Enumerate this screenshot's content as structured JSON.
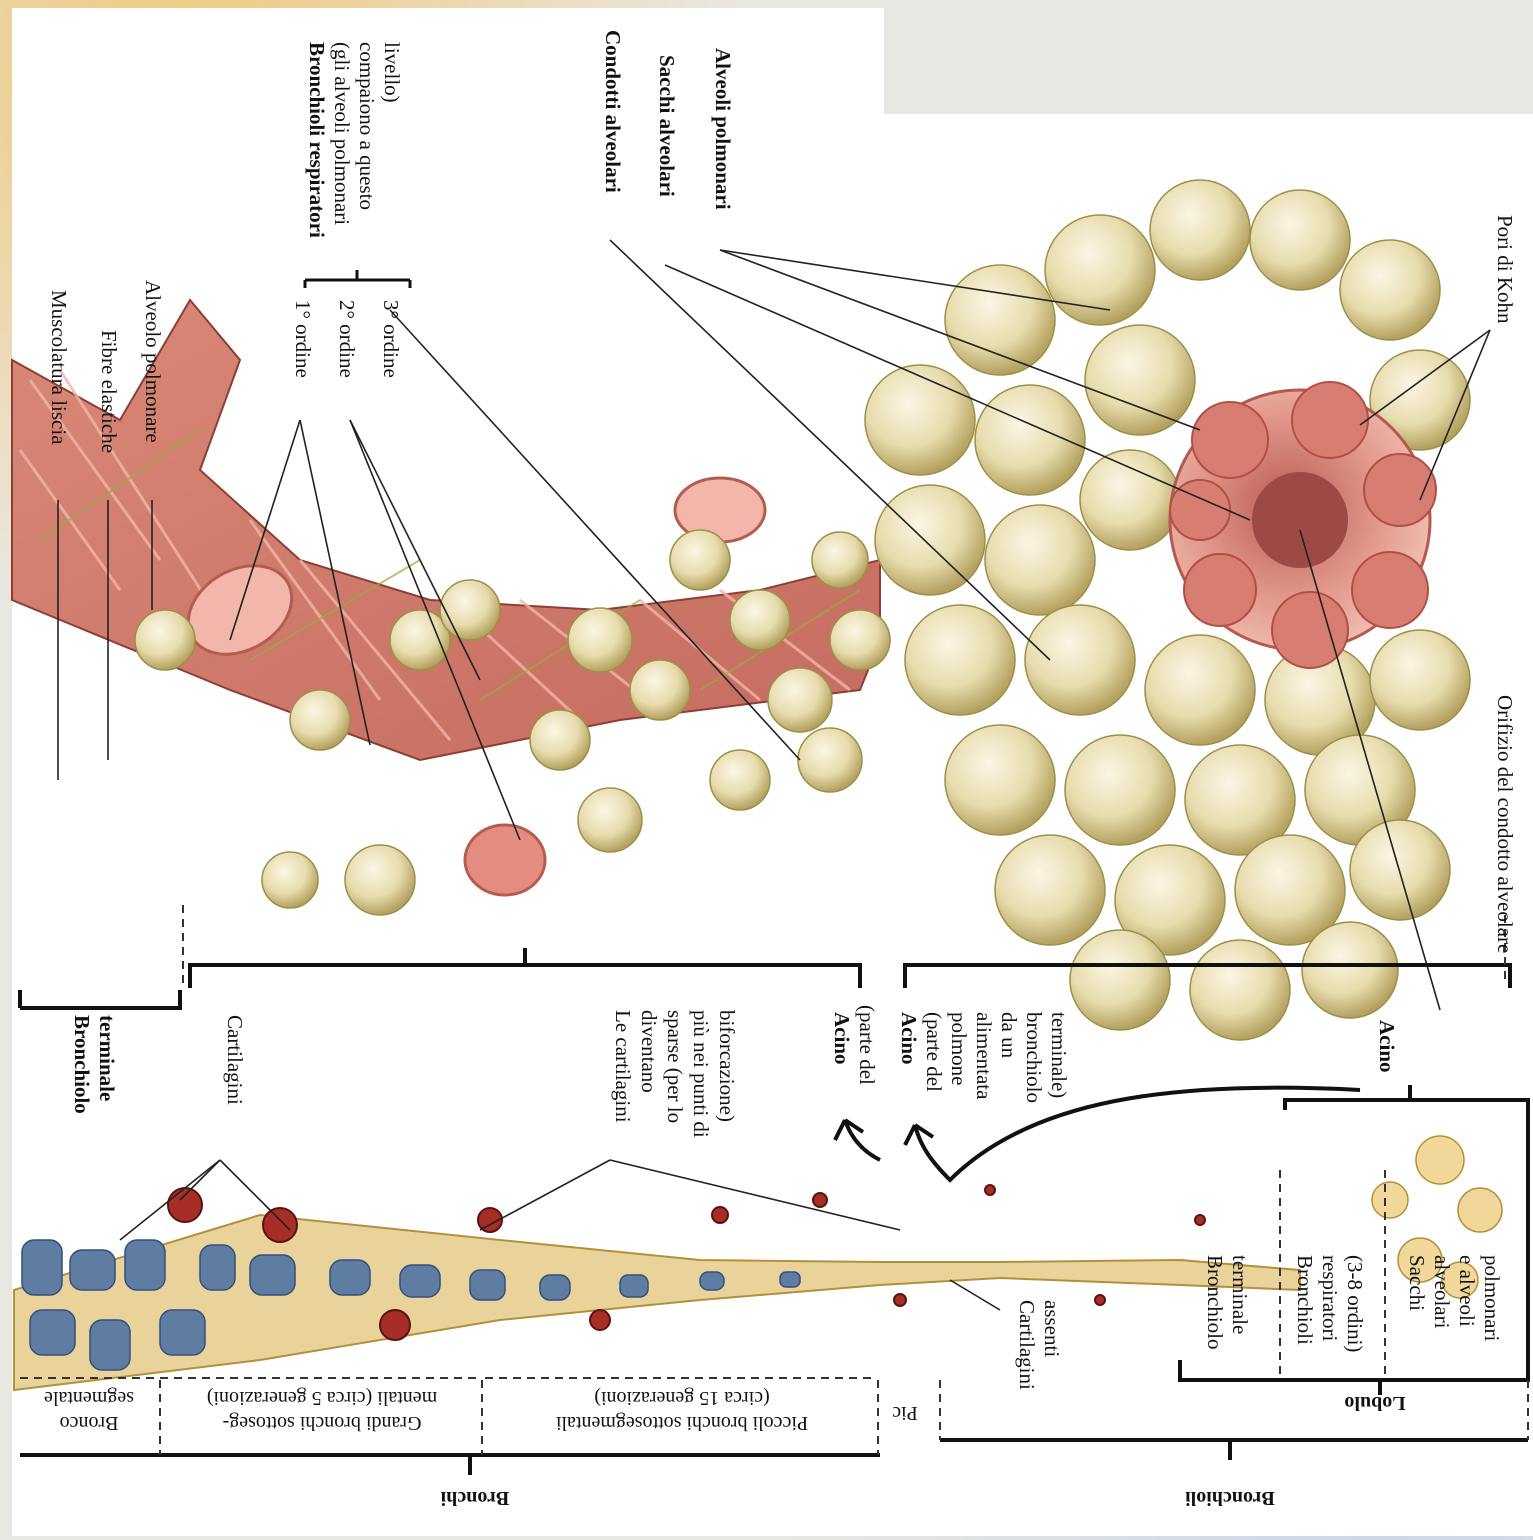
{
  "labels": {
    "muscolatura": "Muscolatura liscia",
    "fibre": "Fibre elastiche",
    "alveolo": "Alveolo polmonare",
    "ord1": "1° ordine",
    "ord2": "2° ordine",
    "ord3": "3° ordine",
    "bronchioli_resp_title": "Bronchioli respiratori",
    "bronchioli_resp_l1": "(gli alveoli polmonari",
    "bronchioli_resp_l2": "compaiono a questo",
    "bronchioli_resp_l3": "livello)",
    "condotti": "Condotti alveolari",
    "sacchi": "Sacchi alveolari",
    "alveoli": "Alveoli polmonari",
    "pori": "Pori di Kohn",
    "orifizio": "Orifizio del condotto alveolare",
    "bronchiolo_term_l1": "Bronchiolo",
    "bronchiolo_term_l2": "terminale",
    "cartilagini": "Cartilagini",
    "cart_sparse_l1": "Le cartilagini",
    "cart_sparse_l2": "diventano",
    "cart_sparse_l3": "sparse (per lo",
    "cart_sparse_l4": "più nei punti di",
    "cart_sparse_l5": "biforcazione)",
    "acino_cut_title": "Acino",
    "acino_cut_l1": "(parte del",
    "acino_title": "Acino",
    "acino_l1": "(parte del",
    "acino_l2": "polmone",
    "acino_l3": "alimentata",
    "acino_l4": "da un",
    "acino_l5": "bronchiolo",
    "acino_l6": "terminale)",
    "acino_small": "Acino",
    "cart_assenti_l1": "Cartilagini",
    "cart_assenti_l2": "assenti",
    "lob_bronchiolo_l1": "Bronchiolo",
    "lob_bronchiolo_l2": "terminale",
    "lob_resp_l1": "Bronchioli",
    "lob_resp_l2": "respiratori",
    "lob_resp_l3": "(3-8 ordini)",
    "lob_sacchi_l1": "Sacchi",
    "lob_sacchi_l2": "alveolari",
    "lob_sacchi_l3": "e alveoli",
    "lob_sacchi_l4": "polmonari",
    "seg_bronco_l1": "Bronco",
    "seg_bronco_l2": "segmentale",
    "seg_grandi_l1": "Grandi bronchi sottoseg-",
    "seg_grandi_l2": "mentali (circa 5 generazioni)",
    "seg_piccoli_l1": "Piccoli bronchi sottosegmentali",
    "seg_piccoli_l2": "(circa 15 generazioni)",
    "seg_pic_cut": "Pic",
    "lobulo": "Lobulo",
    "bronchi": "Bronchi",
    "bronchioli": "Bronchioli"
  }
}
